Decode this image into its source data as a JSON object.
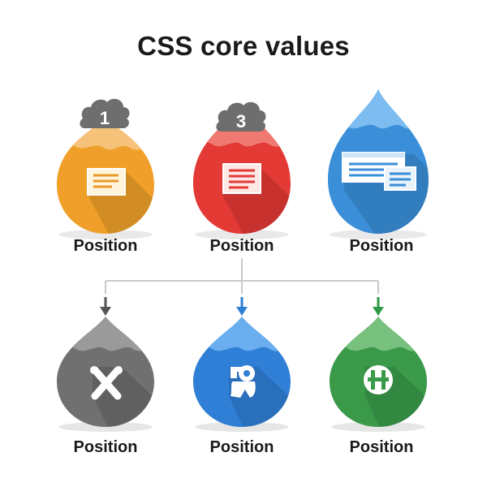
{
  "title": "CSS core values",
  "top_nodes": [
    {
      "label": "Position",
      "badge": "1",
      "color": "#f0a02a",
      "icon": "document-icon"
    },
    {
      "label": "Position",
      "badge": "3",
      "color": "#e33a36",
      "icon": "list-document-icon"
    },
    {
      "label": "Position",
      "badge": "",
      "color": "#3a8fd8",
      "icon": "windows-icon"
    }
  ],
  "bottom_nodes": [
    {
      "label": "Position",
      "color": "#707070",
      "icon": "crossed-tools-icon",
      "arrow_color": "#555555"
    },
    {
      "label": "Position",
      "color": "#2f7fd6",
      "icon": "figure-icon",
      "arrow_color": "#2f7fd6"
    },
    {
      "label": "Position",
      "color": "#3a9a4a",
      "icon": "grid-symbol-icon",
      "arrow_color": "#2e9a45"
    }
  ]
}
